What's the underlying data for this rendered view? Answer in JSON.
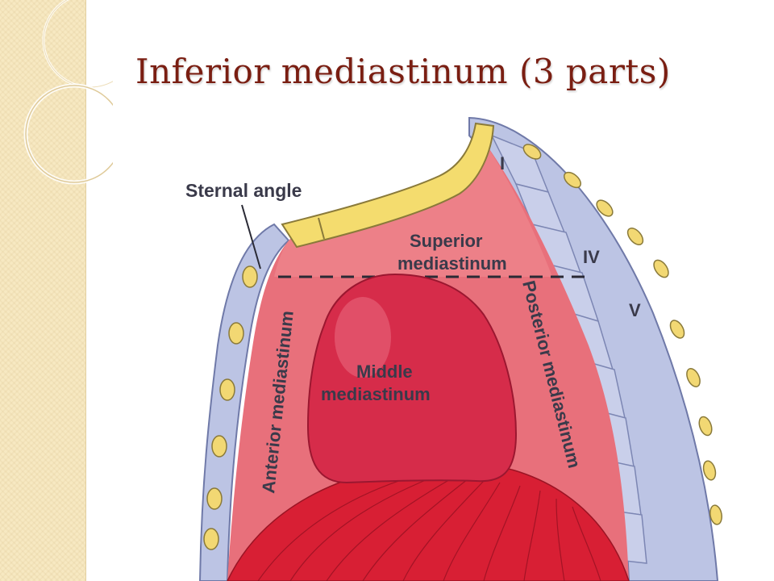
{
  "slide": {
    "title": "Inferior mediastinum (3 parts)"
  },
  "diagram": {
    "labels": {
      "sternal_angle": "Sternal angle",
      "superior_line1": "Superior",
      "superior_line2": "mediastinum",
      "middle_line1": "Middle",
      "middle_line2": "mediastinum",
      "anterior": "Anterior mediastinum",
      "posterior": "Posterior mediastinum",
      "vertebra_i": "I",
      "vertebra_iv": "IV",
      "vertebra_v": "V"
    },
    "colors": {
      "background_band": "#f7e9c2",
      "title": "#7a1e12",
      "sternum": "#f4dc6e",
      "cavity": "#e6707a",
      "heart": "#d62c4a",
      "diaphragm": "#d81f34",
      "ribs_spine": "#b9c3e3"
    }
  }
}
